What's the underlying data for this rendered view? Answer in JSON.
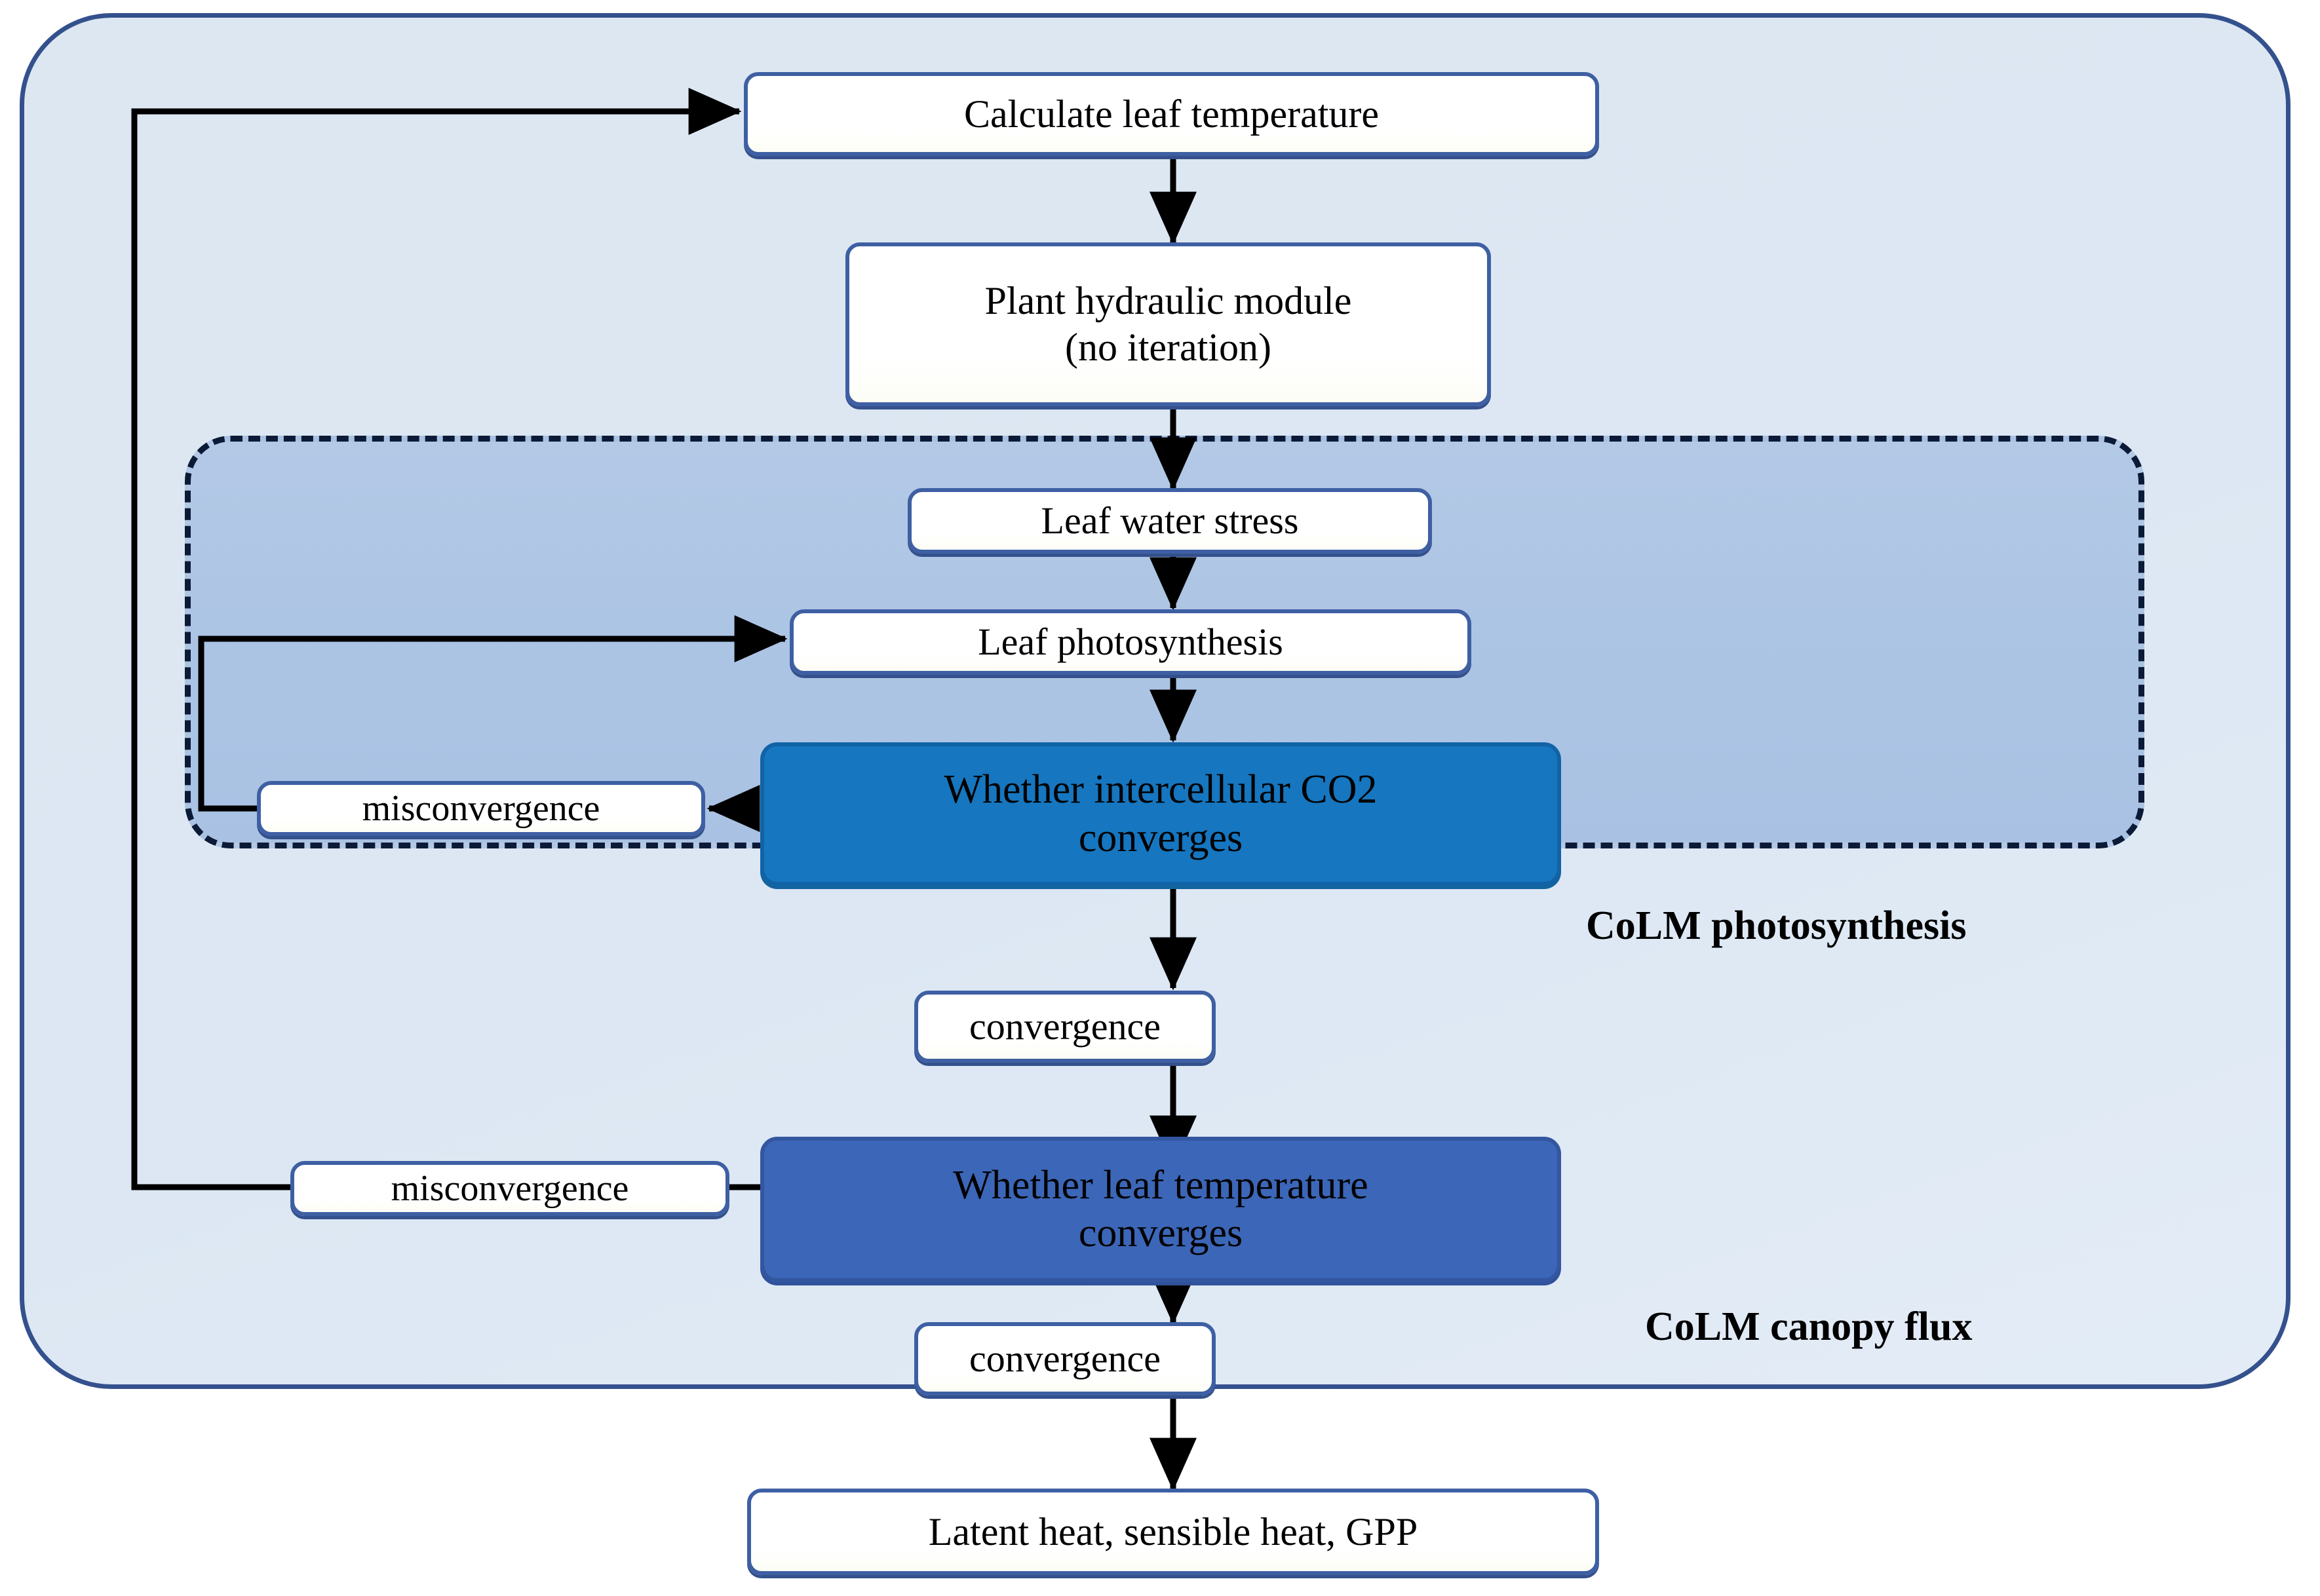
{
  "diagram": {
    "title": "CoLM canopy flux and photosynthesis iteration flowchart",
    "colors": {
      "outer_container_border": "#34518D",
      "outer_container_fill": "#DDE7F2",
      "dashed_region_border": "#0B1A36",
      "dashed_region_fill": "#B0C7E5",
      "node_border": "#3E5FA3",
      "node_fill": "#FFFFFF",
      "decision_co2_fill": "#1676BF",
      "decision_leaf_temp_fill": "#3C66B7",
      "connector": "#000000"
    },
    "regions": [
      {
        "id": "canopy_flux",
        "label": "CoLM canopy flux"
      },
      {
        "id": "photosynthesis",
        "label": "CoLM photosynthesis"
      }
    ],
    "nodes": [
      {
        "id": "calc_leaf_temp",
        "label": "Calculate leaf temperature",
        "type": "process"
      },
      {
        "id": "plant_hydraulic",
        "label": "Plant hydraulic module\n(no iteration)",
        "type": "process",
        "line1": "Plant hydraulic module",
        "line2": "(no iteration)"
      },
      {
        "id": "leaf_water_stress",
        "label": "Leaf water stress",
        "type": "process"
      },
      {
        "id": "leaf_photosynthesis",
        "label": "Leaf photosynthesis",
        "type": "process"
      },
      {
        "id": "whether_co2",
        "label": "Whether intercellular CO2\nconverges",
        "type": "decision",
        "line1": "Whether intercellular CO2",
        "line2": "converges"
      },
      {
        "id": "misconvergence_co2",
        "label": "misconvergence",
        "type": "process"
      },
      {
        "id": "convergence_co2",
        "label": "convergence",
        "type": "process"
      },
      {
        "id": "whether_leaf_temp",
        "label": "Whether leaf temperature\nconverges",
        "type": "decision",
        "line1": "Whether leaf temperature",
        "line2": "converges"
      },
      {
        "id": "misconvergence_leaf",
        "label": "misconvergence",
        "type": "process"
      },
      {
        "id": "convergence_leaf",
        "label": "convergence",
        "type": "process"
      },
      {
        "id": "outputs",
        "label": "Latent heat, sensible heat, GPP",
        "type": "process"
      }
    ],
    "edges": [
      {
        "from": "calc_leaf_temp",
        "to": "plant_hydraulic",
        "kind": "down"
      },
      {
        "from": "plant_hydraulic",
        "to": "leaf_water_stress",
        "kind": "down"
      },
      {
        "from": "leaf_water_stress",
        "to": "leaf_photosynthesis",
        "kind": "down"
      },
      {
        "from": "leaf_photosynthesis",
        "to": "whether_co2",
        "kind": "down"
      },
      {
        "from": "whether_co2",
        "to": "misconvergence_co2",
        "kind": "left"
      },
      {
        "from": "misconvergence_co2",
        "to": "leaf_photosynthesis",
        "kind": "feedback-inner"
      },
      {
        "from": "whether_co2",
        "to": "convergence_co2",
        "kind": "down"
      },
      {
        "from": "convergence_co2",
        "to": "whether_leaf_temp",
        "kind": "down"
      },
      {
        "from": "whether_leaf_temp",
        "to": "misconvergence_leaf",
        "kind": "left"
      },
      {
        "from": "misconvergence_leaf",
        "to": "calc_leaf_temp",
        "kind": "feedback-outer"
      },
      {
        "from": "whether_leaf_temp",
        "to": "convergence_leaf",
        "kind": "down"
      },
      {
        "from": "convergence_leaf",
        "to": "outputs",
        "kind": "down"
      }
    ]
  }
}
